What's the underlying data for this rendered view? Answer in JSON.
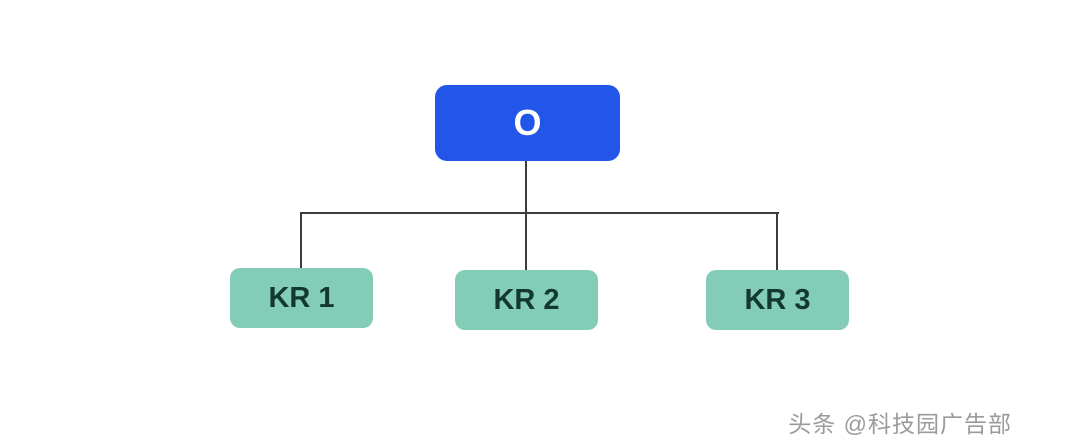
{
  "diagram": {
    "type": "okr-tree",
    "objective": {
      "label": "O"
    },
    "key_results": [
      {
        "label": "KR 1"
      },
      {
        "label": "KR 2"
      },
      {
        "label": "KR 3"
      }
    ],
    "edges": [
      {
        "from": "O",
        "to": "KR 1"
      },
      {
        "from": "O",
        "to": "KR 2"
      },
      {
        "from": "O",
        "to": "KR 3"
      }
    ]
  },
  "watermark": {
    "text": "头条 @科技园广告部"
  },
  "colors": {
    "objective_bg": "#2256e8",
    "objective_text": "#ffffff",
    "kr_bg": "#83ccb8",
    "kr_text": "#12382f",
    "line": "#3c3c3c",
    "watermark": "#9b9b9b",
    "canvas_bg": "#ffffff"
  }
}
